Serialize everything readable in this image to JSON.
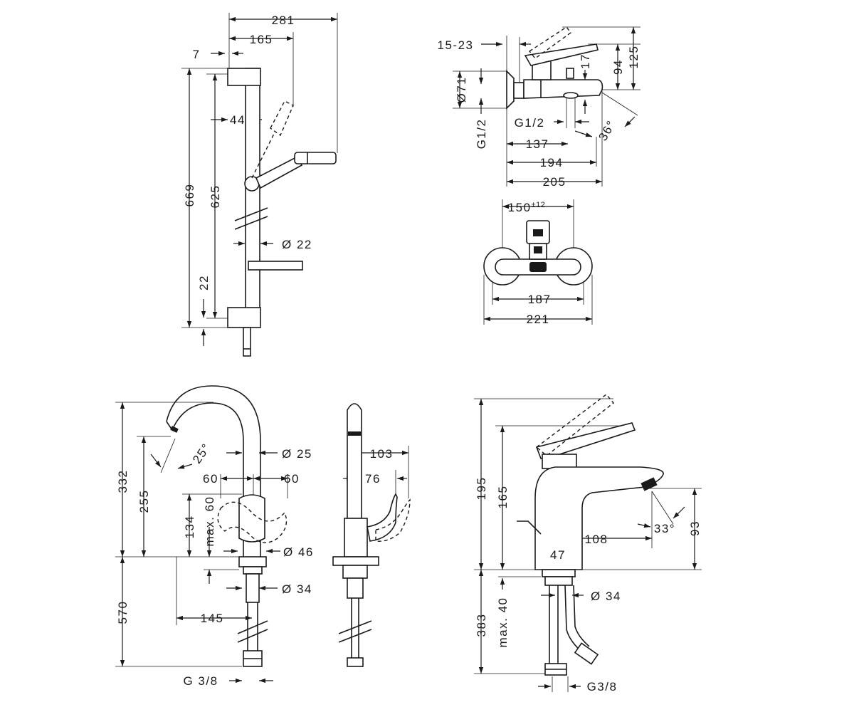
{
  "shower_rail": {
    "dims": {
      "d281": "281",
      "d165": "165",
      "d7": "7",
      "d44": "44",
      "d669": "669",
      "d625": "625",
      "d22v": "22",
      "dia22": "Ø 22"
    }
  },
  "bath_mixer_side": {
    "dims": {
      "d15_23": "15-23",
      "dia71": "Ø71",
      "g12v": "G1/2",
      "g12h": "G1/2",
      "d17": "17",
      "d94": "94",
      "d125": "125",
      "angle36": "36°",
      "d137": "137",
      "d194": "194",
      "d205": "205"
    }
  },
  "bath_mixer_front": {
    "dims": {
      "d150": "150",
      "d150_tol": "±12",
      "d187": "187",
      "d221": "221"
    }
  },
  "basin_mixer_high": {
    "dims": {
      "d332": "332",
      "d255": "255",
      "d134": "134",
      "max60": "max. 60",
      "angle25": "25°",
      "dia25": "Ø 25",
      "d60l": "60",
      "d60r": "60",
      "dia46": "Ø 46",
      "dia34": "Ø 34",
      "d570": "570",
      "d145": "145",
      "g38": "G 3/8"
    }
  },
  "basin_mixer_high_side": {
    "dims": {
      "d103": "103",
      "d76": "76"
    }
  },
  "basin_mixer_small": {
    "dims": {
      "d195": "195",
      "d165": "165",
      "d108": "108",
      "d47": "47",
      "angle33": "33°",
      "d93": "93",
      "dia34": "Ø 34",
      "d383": "383",
      "max40": "max. 40",
      "g38": "G3/8"
    }
  }
}
